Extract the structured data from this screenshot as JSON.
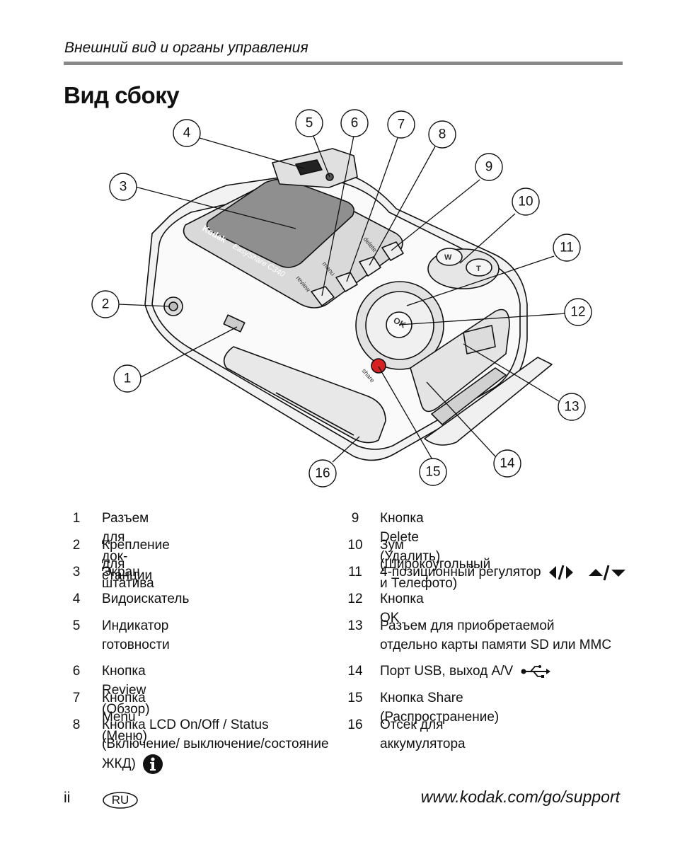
{
  "header": {
    "section_title": "Внешний вид и органы управления"
  },
  "page": {
    "title": "Вид сбоку"
  },
  "figure": {
    "callouts": [
      "1",
      "2",
      "3",
      "4",
      "5",
      "6",
      "7",
      "8",
      "9",
      "10",
      "11",
      "12",
      "13",
      "14",
      "15",
      "16"
    ],
    "camera_text": {
      "brand": "Kodak",
      "model": "EasyShare C340",
      "delete": "delete",
      "menu": "menu",
      "review": "review",
      "share": "share",
      "ok": "OK",
      "zoom_w": "W",
      "zoom_t": "T"
    }
  },
  "legend": {
    "left": [
      {
        "num": "1",
        "text": "Разъем для док-станции"
      },
      {
        "num": "2",
        "text": "Крепление для штатива"
      },
      {
        "num": "3",
        "text": "Экран"
      },
      {
        "num": "4",
        "text": "Видоискатель"
      },
      {
        "num": "5",
        "text": "Индикатор готовности"
      },
      {
        "num": "6",
        "text": "Кнопка Review (Обзор)"
      },
      {
        "num": "7",
        "text": "Кнопка Menu (Меню)"
      },
      {
        "num": "8",
        "text": "Кнопка LCD On/Off / Status (Включение/ выключение/состояние ЖКД)"
      }
    ],
    "right": [
      {
        "num": "9",
        "text": "Кнопка Delete (Удалить)"
      },
      {
        "num": "10",
        "text": "Зум (Широкоугольный и Телефото)"
      },
      {
        "num": "11",
        "text": "4-позиционный регулятор"
      },
      {
        "num": "12",
        "text": "Кнопка OK"
      },
      {
        "num": "13",
        "text": "Разъем для приобретаемой отдельно карты памяти SD или MMC"
      },
      {
        "num": "14",
        "text": "Порт USB, выход A/V"
      },
      {
        "num": "15",
        "text": "Кнопка Share (Распространение)"
      },
      {
        "num": "16",
        "text": "Отсек для аккумулятора"
      }
    ],
    "icons": {
      "row8": "info-icon",
      "row11": "four-way-arrows-icon",
      "row14": "usb-icon"
    }
  },
  "footer": {
    "page_number": "ii",
    "language_badge": "RU",
    "url": "www.kodak.com/go/support"
  }
}
